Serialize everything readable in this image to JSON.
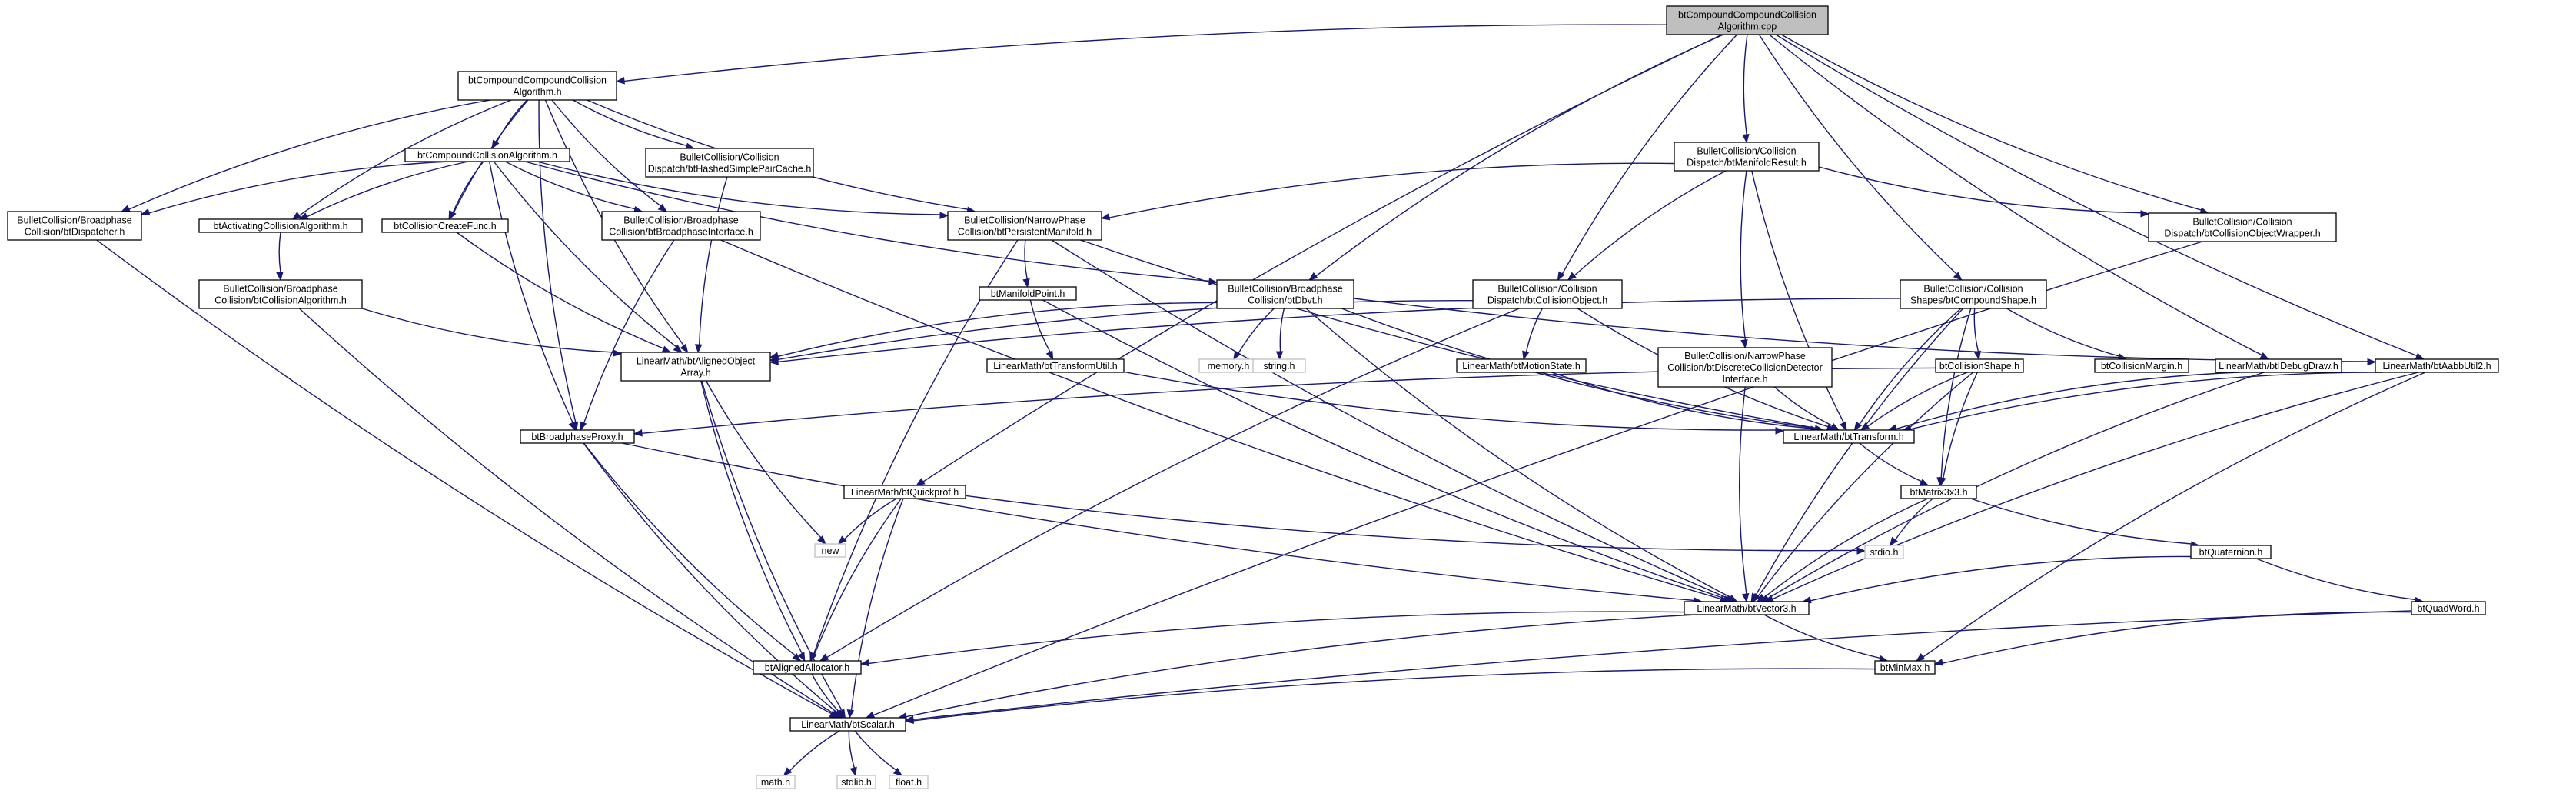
{
  "diagram": {
    "nodes": [
      {
        "id": "root",
        "label": [
          "btCompoundCompoundCollision",
          "Algorithm.cpp"
        ]
      },
      {
        "id": "ccah",
        "label": [
          "btCompoundCompoundCollision",
          "Algorithm.h"
        ]
      },
      {
        "id": "mr",
        "label": [
          "BulletCollision/Collision",
          "Dispatch/btManifoldResult.h"
        ]
      },
      {
        "id": "cow",
        "label": [
          "BulletCollision/Collision",
          "Dispatch/btCollisionObjectWrapper.h"
        ]
      },
      {
        "id": "hspc",
        "label": [
          "BulletCollision/Collision",
          "Dispatch/btHashedSimplePairCache.h"
        ]
      },
      {
        "id": "cca",
        "label": [
          "btCompoundCollisionAlgorithm.h"
        ]
      },
      {
        "id": "disp",
        "label": [
          "BulletCollision/Broadphase",
          "Collision/btDispatcher.h"
        ]
      },
      {
        "id": "aca",
        "label": [
          "btActivatingCollisionAlgorithm.h"
        ]
      },
      {
        "id": "ccf",
        "label": [
          "btCollisionCreateFunc.h"
        ]
      },
      {
        "id": "bpi",
        "label": [
          "BulletCollision/Broadphase",
          "Collision/btBroadphaseInterface.h"
        ]
      },
      {
        "id": "pm",
        "label": [
          "BulletCollision/NarrowPhase",
          "Collision/btPersistentManifold.h"
        ]
      },
      {
        "id": "bca",
        "label": [
          "BulletCollision/Broadphase",
          "Collision/btCollisionAlgorithm.h"
        ]
      },
      {
        "id": "mp",
        "label": [
          "btManifoldPoint.h"
        ]
      },
      {
        "id": "dbvt",
        "label": [
          "BulletCollision/Broadphase",
          "Collision/btDbvt.h"
        ]
      },
      {
        "id": "co",
        "label": [
          "BulletCollision/Collision",
          "Dispatch/btCollisionObject.h"
        ]
      },
      {
        "id": "cs",
        "label": [
          "BulletCollision/Collision",
          "Shapes/btCompoundShape.h"
        ]
      },
      {
        "id": "aoa",
        "label": [
          "LinearMath/btAlignedObject",
          "Array.h"
        ]
      },
      {
        "id": "mem",
        "label": [
          "memory.h"
        ],
        "system": true
      },
      {
        "id": "str",
        "label": [
          "string.h"
        ],
        "system": true
      },
      {
        "id": "tu",
        "label": [
          "LinearMath/btTransformUtil.h"
        ]
      },
      {
        "id": "ms",
        "label": [
          "LinearMath/btMotionState.h"
        ]
      },
      {
        "id": "dcd",
        "label": [
          "BulletCollision/NarrowPhase",
          "Collision/btDiscreteCollisionDetector",
          "Interface.h"
        ]
      },
      {
        "id": "csh",
        "label": [
          "btCollisionShape.h"
        ]
      },
      {
        "id": "cm",
        "label": [
          "btCollisionMargin.h"
        ]
      },
      {
        "id": "dd",
        "label": [
          "LinearMath/btIDebugDraw.h"
        ]
      },
      {
        "id": "au2",
        "label": [
          "LinearMath/btAabbUtil2.h"
        ]
      },
      {
        "id": "bp",
        "label": [
          "btBroadphaseProxy.h"
        ]
      },
      {
        "id": "tr",
        "label": [
          "LinearMath/btTransform.h"
        ]
      },
      {
        "id": "m33",
        "label": [
          "btMatrix3x3.h"
        ]
      },
      {
        "id": "qp",
        "label": [
          "LinearMath/btQuickprof.h"
        ]
      },
      {
        "id": "new",
        "label": [
          "new"
        ],
        "system": true
      },
      {
        "id": "stdio",
        "label": [
          "stdio.h"
        ],
        "system": true
      },
      {
        "id": "quat",
        "label": [
          "btQuaternion.h"
        ]
      },
      {
        "id": "v3",
        "label": [
          "LinearMath/btVector3.h"
        ]
      },
      {
        "id": "qw",
        "label": [
          "btQuadWord.h"
        ]
      },
      {
        "id": "aa",
        "label": [
          "btAlignedAllocator.h"
        ]
      },
      {
        "id": "mm",
        "label": [
          "btMinMax.h"
        ]
      },
      {
        "id": "sc",
        "label": [
          "LinearMath/btScalar.h"
        ]
      },
      {
        "id": "math",
        "label": [
          "math.h"
        ],
        "system": true
      },
      {
        "id": "stdlib",
        "label": [
          "stdlib.h"
        ],
        "system": true
      },
      {
        "id": "float",
        "label": [
          "float.h"
        ],
        "system": true
      }
    ],
    "edges": [
      [
        "root",
        "ccah"
      ],
      [
        "root",
        "mr"
      ],
      [
        "root",
        "cow"
      ],
      [
        "root",
        "co"
      ],
      [
        "root",
        "cs"
      ],
      [
        "root",
        "dbvt"
      ],
      [
        "root",
        "qp"
      ],
      [
        "root",
        "dd"
      ],
      [
        "root",
        "au2"
      ],
      [
        "ccah",
        "cca"
      ],
      [
        "ccah",
        "hspc"
      ],
      [
        "ccah",
        "disp"
      ],
      [
        "ccah",
        "aca"
      ],
      [
        "ccah",
        "ccf"
      ],
      [
        "ccah",
        "bpi"
      ],
      [
        "ccah",
        "pm"
      ],
      [
        "ccah",
        "aoa"
      ],
      [
        "ccah",
        "bp"
      ],
      [
        "mr",
        "pm"
      ],
      [
        "mr",
        "co"
      ],
      [
        "mr",
        "cow"
      ],
      [
        "mr",
        "dcd"
      ],
      [
        "mr",
        "tr"
      ],
      [
        "cow",
        "sc"
      ],
      [
        "hspc",
        "aoa"
      ],
      [
        "cca",
        "disp"
      ],
      [
        "cca",
        "aca"
      ],
      [
        "cca",
        "ccf"
      ],
      [
        "cca",
        "bpi"
      ],
      [
        "cca",
        "pm"
      ],
      [
        "cca",
        "aoa"
      ],
      [
        "cca",
        "bp"
      ],
      [
        "cca",
        "dbvt"
      ],
      [
        "disp",
        "sc"
      ],
      [
        "aca",
        "bca"
      ],
      [
        "bca",
        "aoa"
      ],
      [
        "bca",
        "sc"
      ],
      [
        "ccf",
        "aoa"
      ],
      [
        "bpi",
        "bp"
      ],
      [
        "bpi",
        "v3"
      ],
      [
        "pm",
        "mp"
      ],
      [
        "pm",
        "tr"
      ],
      [
        "pm",
        "v3"
      ],
      [
        "pm",
        "aa"
      ],
      [
        "mp",
        "tu"
      ],
      [
        "mp",
        "v3"
      ],
      [
        "dbvt",
        "aoa"
      ],
      [
        "dbvt",
        "mem"
      ],
      [
        "dbvt",
        "str"
      ],
      [
        "dbvt",
        "v3"
      ],
      [
        "dbvt",
        "tr"
      ],
      [
        "dbvt",
        "au2"
      ],
      [
        "co",
        "aoa"
      ],
      [
        "co",
        "ms"
      ],
      [
        "co",
        "tr"
      ],
      [
        "co",
        "aa"
      ],
      [
        "cs",
        "csh"
      ],
      [
        "cs",
        "cm"
      ],
      [
        "cs",
        "tr"
      ],
      [
        "cs",
        "m33"
      ],
      [
        "cs",
        "aoa"
      ],
      [
        "cs",
        "v3"
      ],
      [
        "aoa",
        "new"
      ],
      [
        "aoa",
        "aa"
      ],
      [
        "aoa",
        "sc"
      ],
      [
        "tu",
        "tr"
      ],
      [
        "ms",
        "tr"
      ],
      [
        "dcd",
        "tr"
      ],
      [
        "dcd",
        "v3"
      ],
      [
        "csh",
        "tr"
      ],
      [
        "csh",
        "m33"
      ],
      [
        "csh",
        "v3"
      ],
      [
        "csh",
        "bp"
      ],
      [
        "dd",
        "tr"
      ],
      [
        "dd",
        "v3"
      ],
      [
        "au2",
        "tr"
      ],
      [
        "au2",
        "v3"
      ],
      [
        "au2",
        "mm"
      ],
      [
        "bp",
        "v3"
      ],
      [
        "bp",
        "aa"
      ],
      [
        "bp",
        "sc"
      ],
      [
        "tr",
        "m33"
      ],
      [
        "m33",
        "stdio"
      ],
      [
        "m33",
        "v3"
      ],
      [
        "m33",
        "quat"
      ],
      [
        "qp",
        "new"
      ],
      [
        "qp",
        "stdio"
      ],
      [
        "qp",
        "aa"
      ],
      [
        "qp",
        "sc"
      ],
      [
        "quat",
        "v3"
      ],
      [
        "quat",
        "qw"
      ],
      [
        "qw",
        "mm"
      ],
      [
        "qw",
        "sc"
      ],
      [
        "v3",
        "aa"
      ],
      [
        "v3",
        "mm"
      ],
      [
        "v3",
        "sc"
      ],
      [
        "aa",
        "sc"
      ],
      [
        "mm",
        "sc"
      ],
      [
        "sc",
        "math"
      ],
      [
        "sc",
        "stdlib"
      ],
      [
        "sc",
        "float"
      ]
    ]
  }
}
